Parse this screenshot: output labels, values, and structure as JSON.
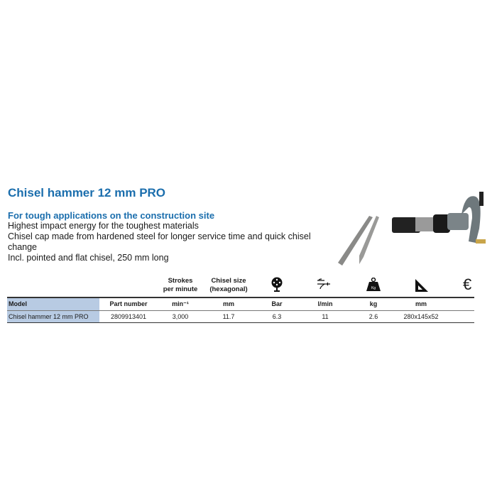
{
  "title": "Chisel hammer 12 mm PRO",
  "subtitle": "For tough applications on the construction site",
  "features": [
    "Highest impact energy for the toughest materials",
    "Chisel cap made from hardened steel for longer service time and quick chisel",
    "change",
    "Incl. pointed and flat chisel, 250 mm long"
  ],
  "table": {
    "top_headers": {
      "strokes_line1": "Strokes",
      "strokes_line2": "per minute",
      "chisel_line1": "Chisel size",
      "chisel_line2": "(hexagonal)"
    },
    "icons": [
      "pressure-gauge-icon",
      "air-flow-icon",
      "weight-icon",
      "dimensions-icon",
      "euro-icon"
    ],
    "weight_icon_text": "Kg",
    "euro_symbol": "€",
    "columns": [
      "Model",
      "Part number",
      "min⁻¹",
      "mm",
      "Bar",
      "l/min",
      "kg",
      "mm"
    ],
    "rows": [
      [
        "Chisel hammer 12 mm PRO",
        "2809913401",
        "3,000",
        "11.7",
        "6.3",
        "11",
        "2.6",
        "280x145x52"
      ]
    ]
  },
  "colors": {
    "accent": "#1b6ead",
    "model_bg": "#b8cbe3"
  }
}
